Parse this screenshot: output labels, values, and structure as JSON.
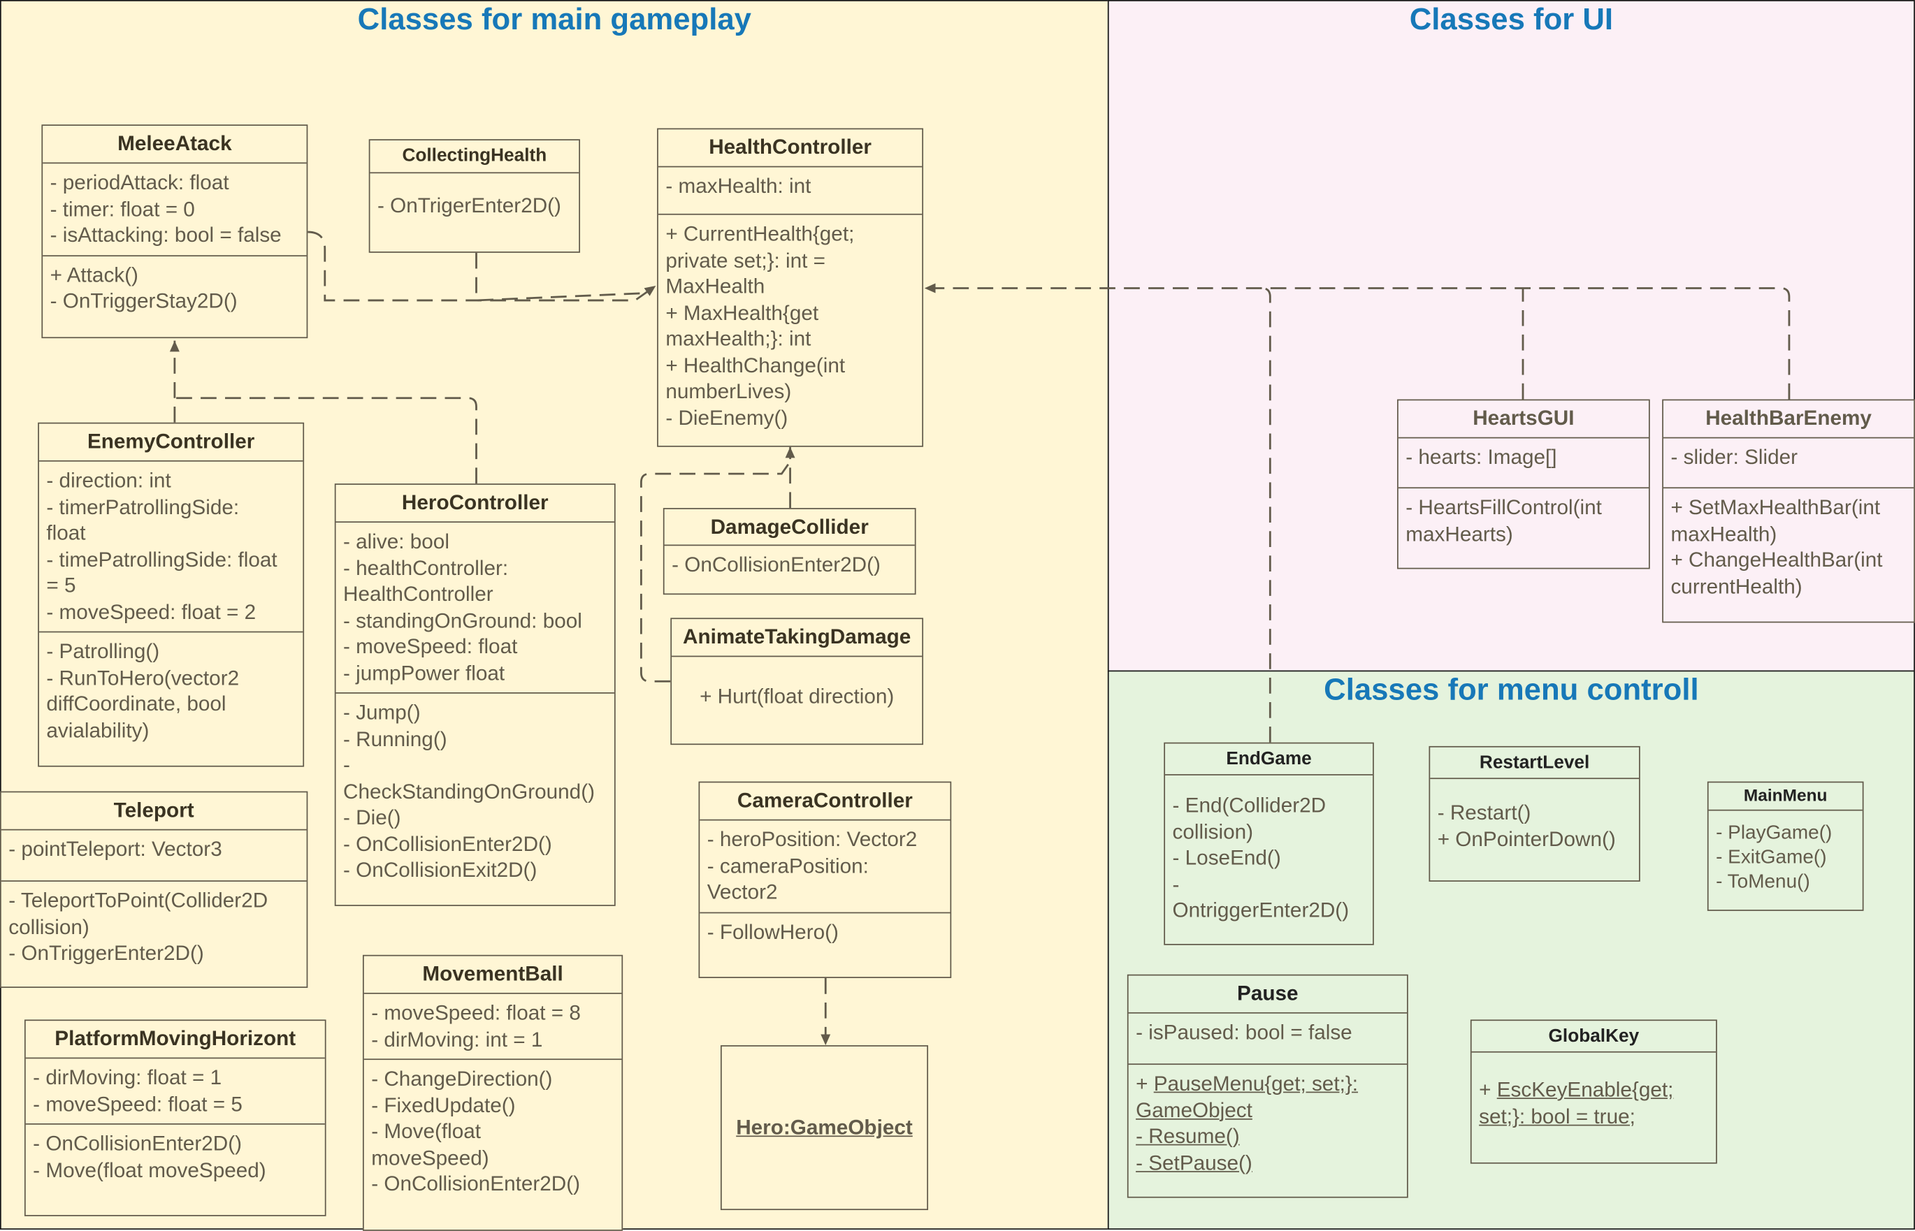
{
  "regions": {
    "gameplay": "Classes for main gameplay",
    "ui": "Classes for UI",
    "menu": "Classes for menu controll"
  },
  "colors": {
    "gameplay_bg": "#fff6d5",
    "ui_bg": "#fcf0f6",
    "menu_bg": "#e5f3dd",
    "title": "#1778b8",
    "stroke": "#625b4b"
  },
  "classes": {
    "melee": {
      "name": "MeleeAtack",
      "attrs": [
        "- periodAttack: float",
        "- timer: float = 0",
        "- isAttacking: bool = false"
      ],
      "methods": [
        "+ Attack()",
        "- OnTriggerStay2D()"
      ]
    },
    "collecting": {
      "name": "CollectingHealth",
      "methods": [
        "- OnTrigerEnter2D()"
      ]
    },
    "health": {
      "name": "HealthController",
      "attrs": [
        "- maxHealth: int"
      ],
      "methods": [
        "+ CurrentHealth{get;",
        "private set;}: int =",
        "MaxHealth",
        "+ MaxHealth{get",
        "maxHealth;}: int",
        "+ HealthChange(int",
        "numberLives)",
        "- DieEnemy()"
      ]
    },
    "enemy": {
      "name": "EnemyController",
      "attrs": [
        "- direction: int",
        "- timerPatrollingSide:",
        "float",
        "- timePatrollingSide: float",
        "= 5",
        "- moveSpeed: float = 2"
      ],
      "methods": [
        "- Patrolling()",
        "- RunToHero(vector2",
        "diffCoordinate, bool",
        "avialability)"
      ]
    },
    "hero": {
      "name": "HeroController",
      "attrs": [
        "- alive: bool",
        "- healthController:",
        "HealthController",
        "- standingOnGround: bool",
        "- moveSpeed: float",
        "- jumpPower float"
      ],
      "methods": [
        "- Jump()",
        "- Running()",
        "-",
        "CheckStandingOnGround()",
        "- Die()",
        "- OnCollisionEnter2D()",
        "- OnCollisionExit2D()"
      ]
    },
    "damage": {
      "name": "DamageCollider",
      "methods": [
        "- OnCollisionEnter2D()"
      ]
    },
    "animate": {
      "name": "AnimateTakingDamage",
      "methods": [
        "+ Hurt(float direction)"
      ]
    },
    "teleport": {
      "name": "Teleport",
      "attrs": [
        "- pointTeleport: Vector3"
      ],
      "methods": [
        "- TeleportToPoint(Collider2D",
        "collision)",
        "- OnTriggerEnter2D()"
      ]
    },
    "camera": {
      "name": "CameraController",
      "attrs": [
        "- heroPosition: Vector2",
        "- cameraPosition:",
        "Vector2"
      ],
      "methods": [
        "- FollowHero()"
      ]
    },
    "platform": {
      "name": "PlatformMovingHorizont",
      "attrs": [
        "- dirMoving: float = 1",
        "- moveSpeed: float = 5"
      ],
      "methods": [
        "- OnCollisionEnter2D()",
        "- Move(float moveSpeed)"
      ]
    },
    "ball": {
      "name": "MovementBall",
      "attrs": [
        "- moveSpeed: float = 8",
        "- dirMoving: int = 1"
      ],
      "methods": [
        "- ChangeDirection()",
        "- FixedUpdate()",
        "- Move(float",
        "moveSpeed)",
        "- OnCollisionEnter2D()"
      ]
    },
    "heroObj": {
      "name": "Hero:GameObject"
    },
    "hearts": {
      "name": "HeartsGUI",
      "attrs": [
        "- hearts: Image[]"
      ],
      "methods": [
        "- HeartsFillControl(int",
        "maxHearts)"
      ]
    },
    "healthBar": {
      "name": "HealthBarEnemy",
      "attrs": [
        "- slider: Slider"
      ],
      "methods": [
        "+ SetMaxHealthBar(int",
        "maxHealth)",
        "+ ChangeHealthBar(int",
        "currentHealth)"
      ]
    },
    "endGame": {
      "name": "EndGame",
      "methods": [
        "- End(Collider2D",
        "collision)",
        "- LoseEnd()",
        "-",
        "OntriggerEnter2D()"
      ]
    },
    "restart": {
      "name": "RestartLevel",
      "methods": [
        "- Restart()",
        "+ OnPointerDown()"
      ]
    },
    "mainMenu": {
      "name": "MainMenu",
      "methods": [
        "- PlayGame()",
        "- ExitGame()",
        "- ToMenu()"
      ]
    },
    "pause": {
      "name": "Pause",
      "attrs": [
        "- isPaused: bool = false"
      ],
      "methods": [
        "+ PauseMenu{get; set;}:",
        "GameObject",
        "- Resume()",
        "- SetPause()"
      ]
    },
    "globalKey": {
      "name": "GlobalKey",
      "methods": [
        "+ EscKeyEnable{get;",
        "set;}: bool = true;"
      ]
    }
  }
}
